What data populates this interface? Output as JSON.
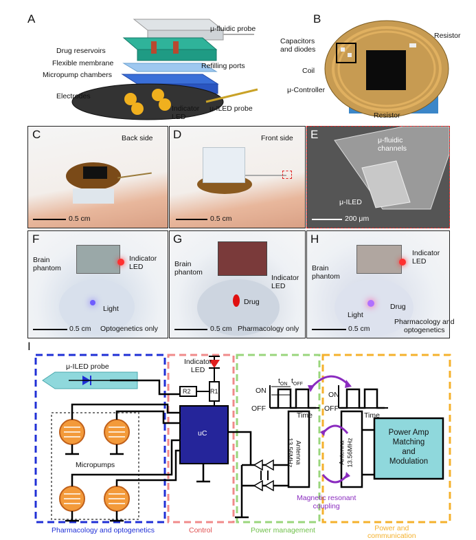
{
  "panels": {
    "A": {
      "label": "A",
      "labels": {
        "fluidic_probe": "μ-fluidic probe",
        "drug_reservoirs": "Drug reservoirs",
        "flexible_membrane": "Flexible membrane",
        "refilling_ports": "Refilling ports",
        "micropump_chambers": "Micropump chambers",
        "electrodes": "Electrodes",
        "indicator_led": "Indicator\nLED",
        "iled_probe": "μ-ILED probe"
      }
    },
    "B": {
      "label": "B",
      "labels": {
        "capacitors": "Capacitors\nand diodes",
        "resistor_top": "Resistor",
        "coil": "Coil",
        "controller": "μ-Controller",
        "resistor_bottom": "Resistor"
      }
    },
    "C": {
      "label": "C",
      "caption": "Back side",
      "scale": "0.5 cm"
    },
    "D": {
      "label": "D",
      "caption": "Front side",
      "scale": "0.5 cm"
    },
    "E": {
      "label": "E",
      "channels": "μ-fluidic\nchannels",
      "iled": "μ-ILED",
      "scale": "200 μm"
    },
    "F": {
      "label": "F",
      "brain": "Brain\nphantom",
      "led": "Indicator\nLED",
      "light": "Light",
      "scale": "0.5 cm",
      "caption": "Optogenetics only"
    },
    "G": {
      "label": "G",
      "brain": "Brain\nphantom",
      "led": "Indicator\nLED",
      "drug": "Drug",
      "scale": "0.5 cm",
      "caption": "Pharmacology only"
    },
    "H": {
      "label": "H",
      "brain": "Brain\nphantom",
      "led": "Indicator\nLED",
      "drug": "Drug",
      "light": "Light",
      "scale": "0.5 cm",
      "caption": "Pharmacology and\noptogenetics"
    },
    "I": {
      "label": "I",
      "iled_probe": "μ-ILED probe",
      "indicator_led": "Indicator\nLED",
      "r1": "R1",
      "r2": "R2",
      "uc": "uC",
      "micropumps": "Micropumps",
      "on": "ON",
      "off": "OFF",
      "time": "Time",
      "t_on": "t",
      "t_on_sub": "ON",
      "t_off": "t",
      "t_off_sub": "OFF",
      "antenna": "Antenna\n13.56MHz",
      "power_amp": "Power Amp\nMatching\nand\nModulation",
      "coupling": "Magnetic resonant\ncoupling",
      "sections": {
        "pharm": "Pharmacology and optogenetics",
        "control": "Control",
        "power_mgmt": "Power management",
        "power_comm": "Power and\ncommunication"
      }
    }
  },
  "colors": {
    "blue_dash": "#1f2fd6",
    "red_dash": "#f08a8a",
    "green_dash": "#9ad67c",
    "orange_dash": "#f4b12c",
    "uc_fill": "#25259a",
    "cyan_fill": "#8fd8dc",
    "pump_orange": "#f39a3a",
    "purple": "#8a2bbf"
  }
}
